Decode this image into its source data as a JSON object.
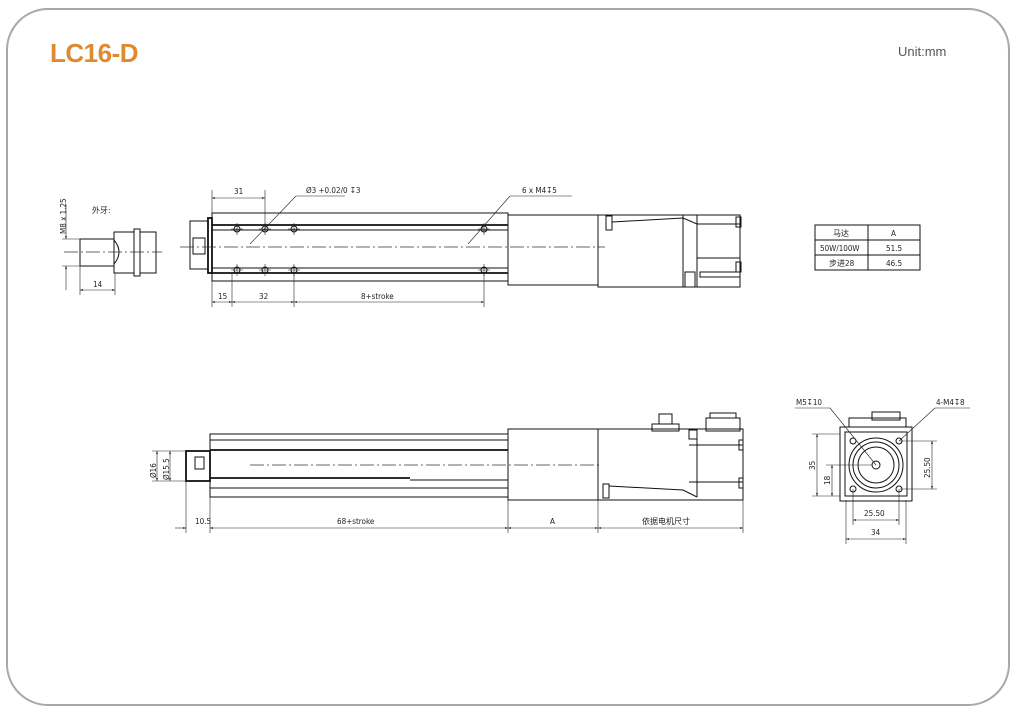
{
  "header": {
    "title": "LC16-D",
    "unit": "Unit:mm"
  },
  "accent_color": "#e08a30",
  "drawing": {
    "fitting_view": {
      "thread_label": "外牙:",
      "thread_size": "M8 x 1.25",
      "length_dim": "14"
    },
    "top_view": {
      "dim_31": "31",
      "pin_hole_callout": "Ø3 +0.02/0 ↧3",
      "tap_callout": "6 x M4↧5",
      "dim_15": "15",
      "dim_32": "32",
      "dim_stroke": "8+stroke"
    },
    "motor_table": {
      "headers": [
        "马达",
        "A"
      ],
      "rows": [
        [
          "50W/100W",
          "51.5"
        ],
        [
          "步进28",
          "46.5"
        ]
      ]
    },
    "side_view": {
      "dia_16": "Ø16",
      "dia_15_5": "Ø15.5",
      "dim_10_5": "10.5",
      "dim_stroke": "68+stroke",
      "dim_a": "A",
      "dim_motor": "依据电机尺寸"
    },
    "end_view": {
      "m5_callout": "M5↧10",
      "m4_callout": "4-M4↧8",
      "dim_35": "35",
      "dim_18": "18",
      "dim_25_50_v": "25.50",
      "dim_25_50_h": "25.50",
      "dim_34": "34"
    }
  }
}
